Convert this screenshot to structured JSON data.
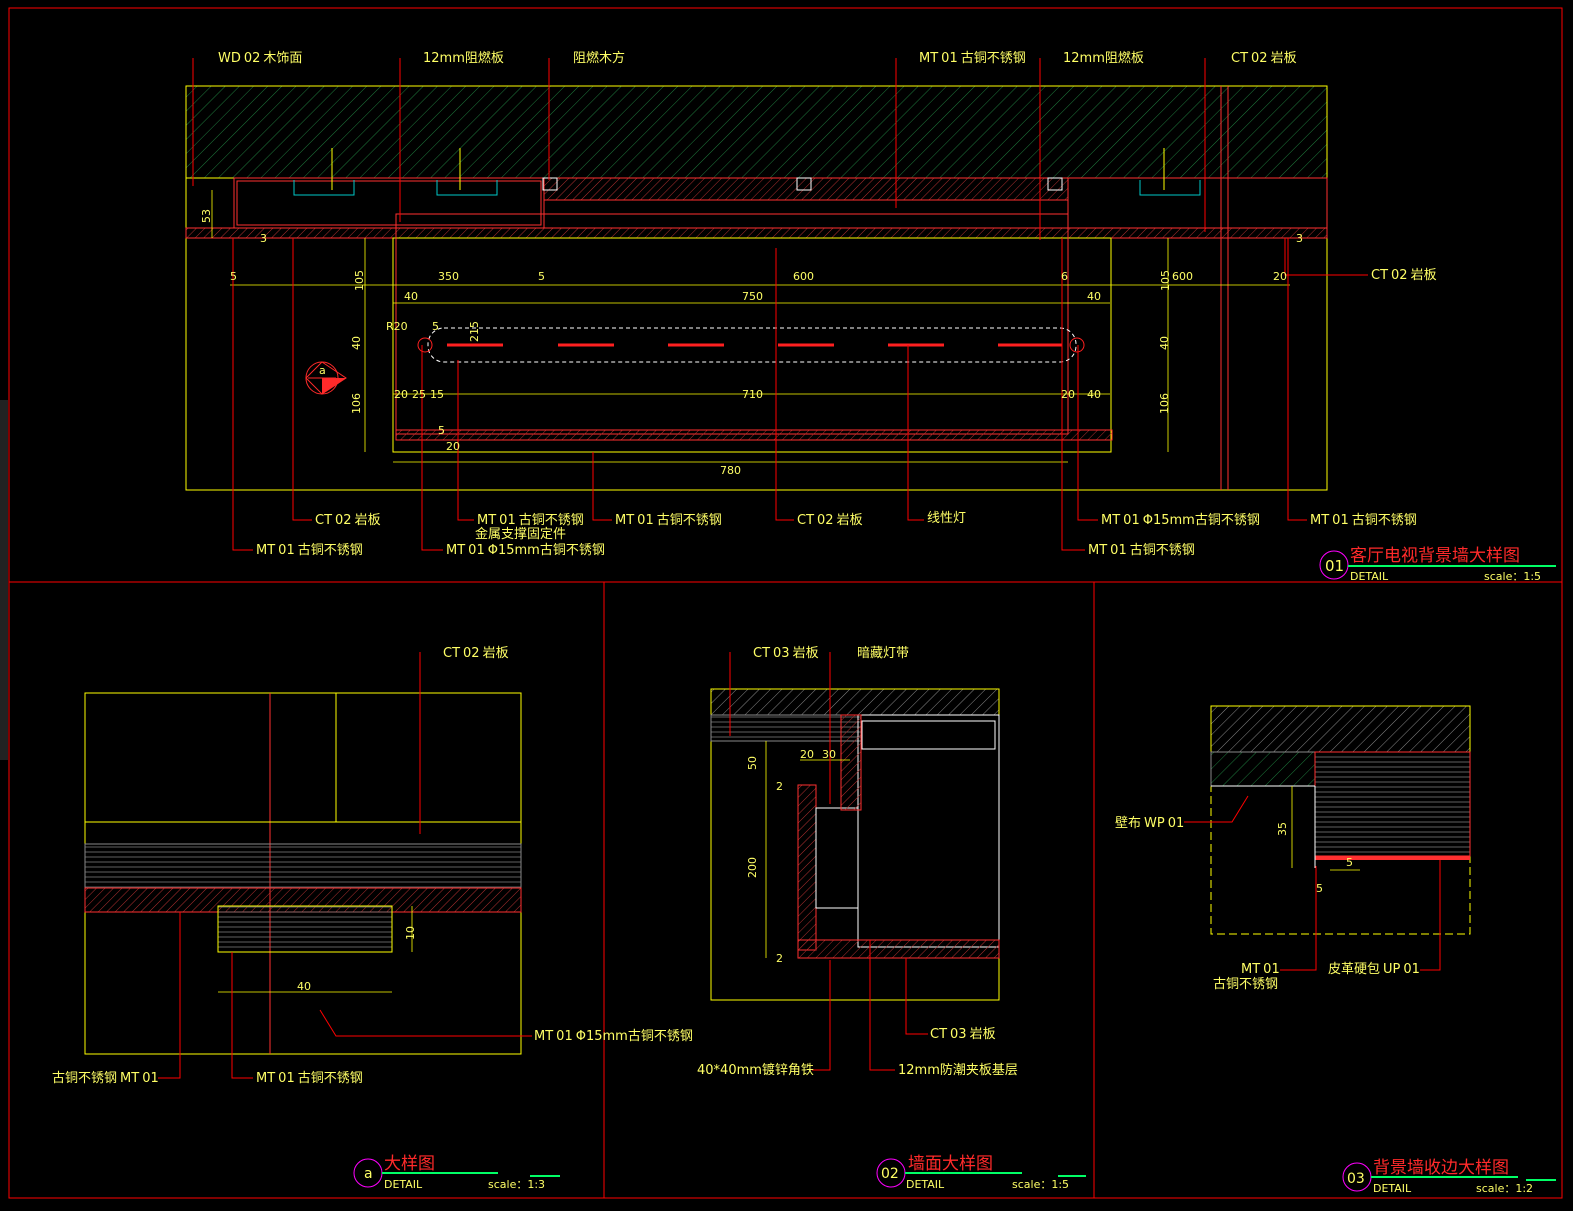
{
  "colors": {
    "background": "#000000",
    "outline": "#ffff00",
    "leader": "#ff0000",
    "hatch": "#1e7a3c",
    "title": "#ff2a2a",
    "accent": "#00ff66",
    "circle": "#ff00ff"
  },
  "d01": {
    "num": "01",
    "title": "客厅电视背景墙大样图",
    "detail": "DETAIL",
    "scale": "scale：1:5",
    "top_labels": [
      {
        "code": "WD",
        "num": "02",
        "text": "木饰面"
      },
      {
        "code": "",
        "num": "",
        "text": "12mm阻燃板"
      },
      {
        "code": "",
        "num": "",
        "text": "阻燃木方"
      },
      {
        "code": "MT",
        "num": "01",
        "text": "古铜不锈钢"
      },
      {
        "code": "",
        "num": "",
        "text": "12mm阻燃板"
      },
      {
        "code": "CT",
        "num": "02",
        "text": "岩板"
      }
    ],
    "right_label": {
      "code": "CT",
      "num": "02",
      "text": "岩板"
    },
    "bottom_labels": [
      {
        "code": "CT",
        "num": "02",
        "text": "岩板"
      },
      {
        "code": "MT",
        "num": "01",
        "text": "古铜不锈钢"
      },
      {
        "code": "MT",
        "num": "01",
        "text": "古铜不锈钢"
      },
      {
        "code": "",
        "num": "",
        "text": "金属支撑固定件"
      },
      {
        "code": "MT",
        "num": "01",
        "text": "Φ15mm古铜不锈钢"
      },
      {
        "code": "MT",
        "num": "01",
        "text": "古铜不锈钢"
      },
      {
        "code": "CT",
        "num": "02",
        "text": "岩板"
      },
      {
        "code": "",
        "num": "",
        "text": "线性灯"
      },
      {
        "code": "MT",
        "num": "01",
        "text": "Φ15mm古铜不锈钢"
      },
      {
        "code": "MT",
        "num": "01",
        "text": "古铜不锈钢"
      },
      {
        "code": "MT",
        "num": "01",
        "text": "古铜不锈钢"
      }
    ],
    "dims": {
      "d53": "53",
      "d3a": "3",
      "d5a": "5",
      "d350": "350",
      "d5b": "5",
      "d600a": "600",
      "d6": "6",
      "d600b": "600",
      "d20a": "20",
      "d3b": "3",
      "d105a": "105",
      "d105b": "105",
      "d40a": "40",
      "d750": "750",
      "d40b": "40",
      "r20": "R20",
      "d5c": "5",
      "d215": "215",
      "d40c": "40",
      "d40d": "40",
      "d106a": "106",
      "d106b": "106",
      "d20b": "20",
      "d25": "25",
      "d15": "15",
      "d710": "710",
      "d20c": "20",
      "d40e": "40",
      "d5d": "5",
      "d20d": "20",
      "d780": "780"
    },
    "marker": "a"
  },
  "da": {
    "num": "a",
    "title": "大样图",
    "detail": "DETAIL",
    "scale": "scale：1:3",
    "label_top": {
      "code": "CT",
      "num": "02",
      "text": "岩板"
    },
    "label_right": {
      "code": "MT",
      "num": "01",
      "text": "Φ15mm古铜不锈钢"
    },
    "label_left": {
      "code": "MT",
      "num": "01",
      "text": "古铜不锈钢"
    },
    "label_mid": {
      "code": "MT",
      "num": "01",
      "text": "古铜不锈钢"
    },
    "dims": {
      "d10": "10",
      "d40": "40"
    }
  },
  "d02": {
    "num": "02",
    "title": "墙面大样图",
    "detail": "DETAIL",
    "scale": "scale：1:5",
    "label_ct03": {
      "code": "CT",
      "num": "03",
      "text": "岩板"
    },
    "label_led": "暗藏灯带",
    "label_ct03b": {
      "code": "CT",
      "num": "03",
      "text": "岩板"
    },
    "label_angle": "40*40mm镀锌角铁",
    "label_board": "12mm防潮夹板基层",
    "dims": {
      "d50": "50",
      "d20": "20",
      "d30": "30",
      "d2a": "2",
      "d200": "200",
      "d2b": "2"
    }
  },
  "d03": {
    "num": "03",
    "title": "背景墙收边大样图",
    "detail": "DETAIL",
    "scale": "scale：1:2",
    "label_wp": {
      "prefix": "壁布",
      "code": "WP",
      "num": "01"
    },
    "label_mt": {
      "code": "MT",
      "num": "01",
      "text": "古铜不锈钢"
    },
    "label_up": {
      "prefix": "皮革硬包",
      "code": "UP",
      "num": "01"
    },
    "dims": {
      "d35": "35",
      "d5a": "5",
      "d5b": "5"
    }
  }
}
